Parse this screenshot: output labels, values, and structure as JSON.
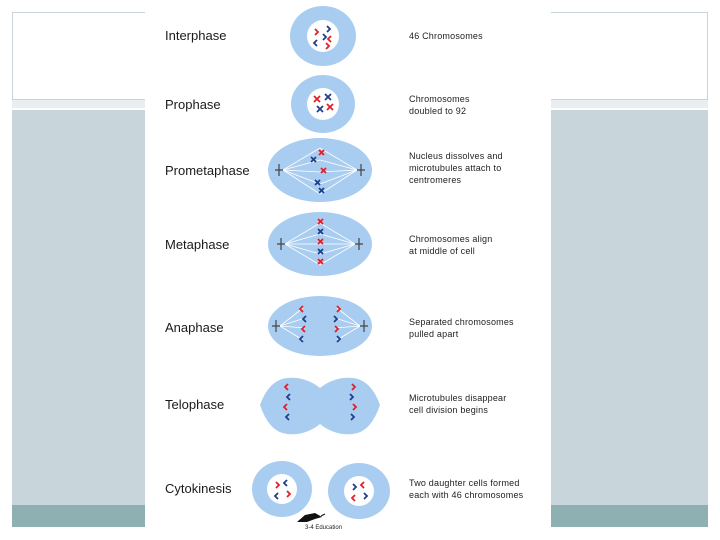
{
  "stages": [
    {
      "name": "Interphase",
      "desc": [
        "46 Chromosomes"
      ]
    },
    {
      "name": "Prophase",
      "desc": [
        "Chromosomes",
        "doubled to 92"
      ]
    },
    {
      "name": "Prometaphase",
      "desc": [
        "Nucleus dissolves and",
        "microtubules attach to",
        "centromeres"
      ]
    },
    {
      "name": "Metaphase",
      "desc": [
        "Chromosomes align",
        "at middle of cell"
      ]
    },
    {
      "name": "Anaphase",
      "desc": [
        "Separated chromosomes",
        "pulled apart"
      ]
    },
    {
      "name": "Telophase",
      "desc": [
        "Microtubules disappear",
        "cell division begins"
      ]
    },
    {
      "name": "Cytokinesis",
      "desc": [
        "Two daughter cells formed",
        "each with 46 chromosomes"
      ]
    }
  ],
  "credit": "3-4 Education",
  "colors": {
    "cell": "#a9cdf1",
    "nucleus": "#ffffff",
    "red": "#e0202a",
    "blue": "#1f3f8c",
    "slide_panel": "#c8d5da",
    "slide_footer": "#8fb0b3"
  }
}
